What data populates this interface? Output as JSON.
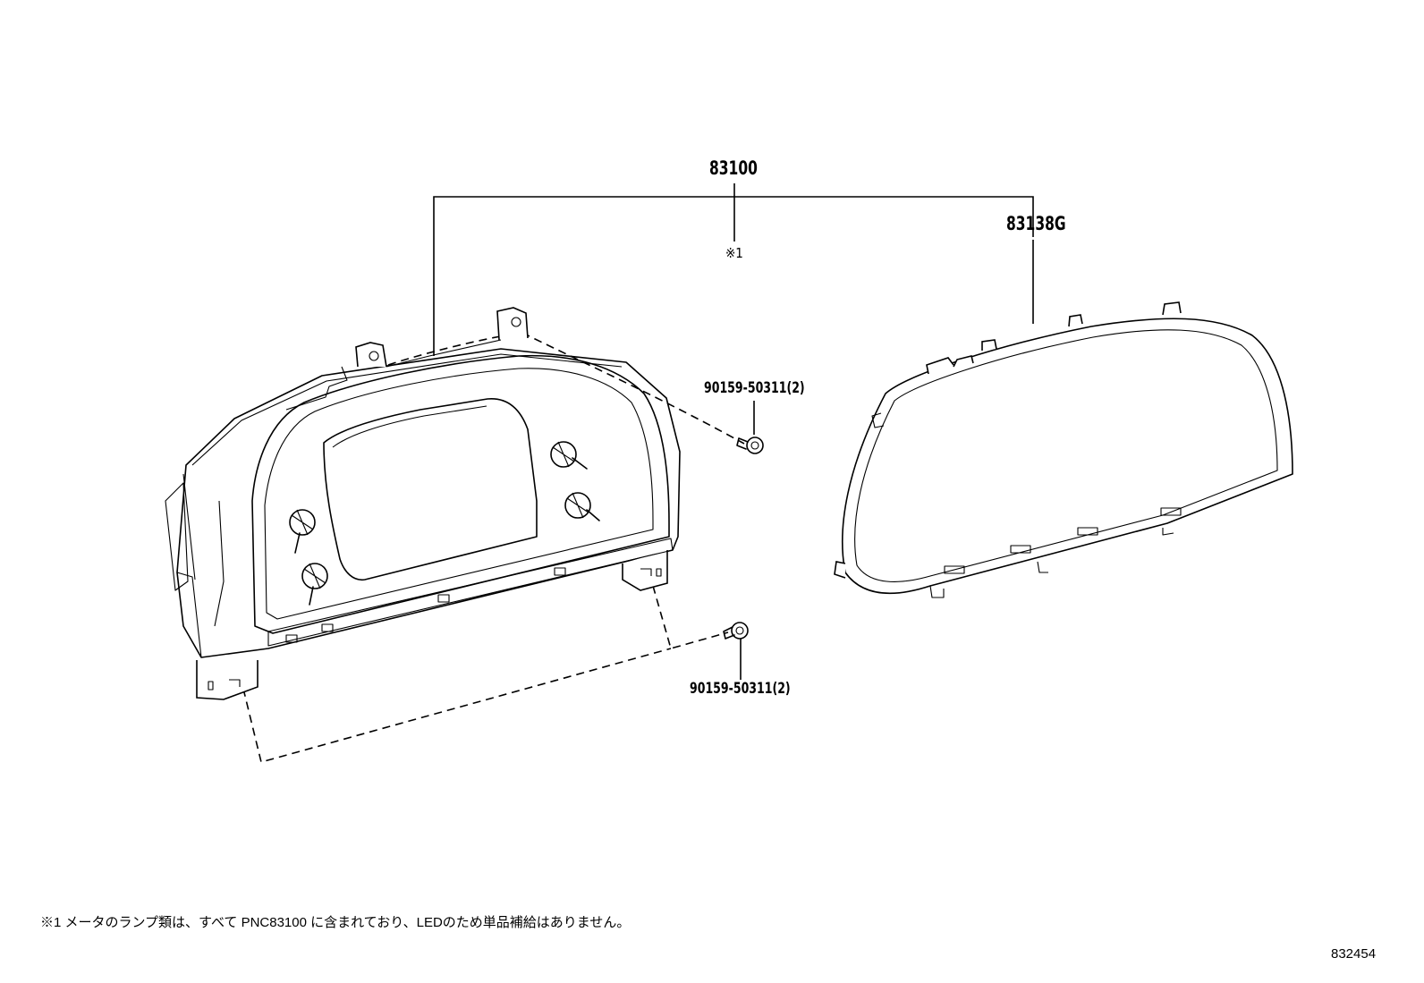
{
  "labels": {
    "assembly_pn": "83100",
    "note_ref": "※1",
    "lens_pn": "83138G",
    "screw_upper_pn": "90159-50311(2)",
    "screw_lower_pn": "90159-50311(2)"
  },
  "footnote": "※1 メータのランプ類は、すべて PNC83100 に含まれており、LEDのため単品補給はありません。",
  "illustration_code": "832454"
}
